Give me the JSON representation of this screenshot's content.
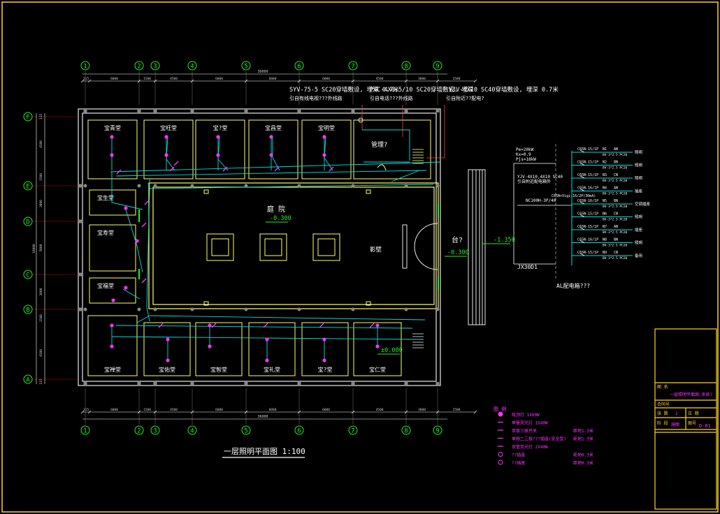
{
  "colors": {
    "frame": "#ffd21f",
    "wall": "#e8e8e8",
    "room": "#ffff66",
    "circuit": "#00e0e0",
    "fixture": "#ff33ff",
    "grid_bubble": "#22ee22",
    "grid_text": "#ffffff",
    "dim": "#ffffff",
    "level": "#22ee22",
    "red_line": "#ff4040",
    "label": "#ffffff"
  },
  "grid": {
    "columns": [
      "1",
      "2",
      "3",
      "4",
      "5",
      "6",
      "7",
      "8",
      "9"
    ],
    "rows": [
      "F",
      "E",
      "D",
      "C",
      "B",
      "A"
    ],
    "top_dims": [
      "115",
      "6000",
      "1500",
      "4500",
      "6000",
      "6000",
      "6000",
      "4500",
      "3000",
      "2500"
    ],
    "top_total": "36000",
    "left_dims": [
      "115",
      "4500",
      "1500",
      "3000",
      "5000",
      "3000",
      "1500",
      "4500",
      "115"
    ],
    "left_total": "18000"
  },
  "rooms_top": [
    "宝青堂",
    "宝旺堂",
    "宝?堂",
    "宝昌堂",
    "宝明堂"
  ],
  "rooms_left": [
    "宝生堂",
    "宝寿堂",
    "宝福堂"
  ],
  "rooms_bottom": [
    "宝禅堂",
    "宝佑堂",
    "宝智堂",
    "宝礼堂",
    "宝?堂",
    "宝仁堂"
  ],
  "notes": {
    "cable_1": "SYV-75-5 SC20穿墙敷设, 埋深 0.7米",
    "cable_1b": "引自有线电视???外线路",
    "cable_2": "PVC-4X0.5/10 SC20穿墙敷设, 埋深",
    "cable_3": "YJV-4X10 SC40穿墙敷设, 埋深 0.7米",
    "cable_2b": "引自电话???外线路",
    "cable_3b": "引自附近??配电?",
    "courtyard": "庭  院",
    "courtyard_level": "-0.300",
    "stage": "台?",
    "stage_level": "-0.300",
    "wall_label": "影壁",
    "mgmt": "管理?",
    "outside_level": "-1.350",
    "floor_level": "±0.000"
  },
  "panel": {
    "header_left": [
      "Pe=20kW",
      "Kx=0.9",
      "Pjs=18kW"
    ],
    "feeder": "YJV-4X10,4X10 SC40",
    "feeder_b": "引自附近配电箱外",
    "main_breaker": "NC100H-3P/40",
    "box_name": "JX30D1",
    "title": "AL配电箱???",
    "circuits": [
      {
        "breaker": "C65N-15/1P",
        "id": "N1",
        "phase": "AN",
        "cable": "BV-3*2.5 PC20",
        "use": "照明"
      },
      {
        "breaker": "C65N-15/1P",
        "id": "N2",
        "phase": "BN",
        "cable": "BV-3*2.5 PC20",
        "use": "照明"
      },
      {
        "breaker": "C65N-15/1P",
        "id": "N3",
        "phase": "CN",
        "cable": "BV-3*2.5 PC20",
        "use": "照明"
      },
      {
        "breaker": "C65N-16/1P",
        "id": "N4",
        "phase": "AN",
        "cable": "BV-3*2.5 PC20",
        "use": "插座"
      },
      {
        "breaker": "C65N-16/1P",
        "id": "N5",
        "phase": "BN",
        "cable": "BV-3*2.5 PC20",
        "use": "空调插座"
      },
      {
        "breaker": "C65N-15/1P",
        "id": "N6",
        "phase": "CN",
        "cable": "BV-3*2.5 PC20",
        "use": "照明"
      },
      {
        "breaker": "C65N-15/1P",
        "id": "N7",
        "phase": "AN",
        "cable": "BV-3*2.5 PC20",
        "use": "插座"
      },
      {
        "breaker": "C65N-16/1P",
        "id": "N8",
        "phase": "BN",
        "cable": "BV-3*2.5 PC20",
        "use": "照明"
      },
      {
        "breaker": "C65N-15/1P",
        "id": "N9",
        "phase": "CN",
        "cable": "BV-3*2.5 PC20",
        "use": "备用"
      }
    ],
    "rcd": "C65N+Vigi-16/2P(30mA)"
  },
  "drawing_title": "一层照明平面图 1:100",
  "legend": {
    "title": "图  例",
    "items": [
      {
        "sym": "circle",
        "name": "吸顶灯  1X60W",
        "note": ""
      },
      {
        "sym": "line",
        "name": "单管荧光灯  1X40W",
        "note": ""
      },
      {
        "sym": "switch",
        "name": "单极三联开关",
        "note": "距地1.3米"
      },
      {
        "sym": "switch2",
        "name": "单相二三极???插座(安全型)",
        "note": "距地1.3米"
      },
      {
        "sym": "box",
        "name": "双管荧光灯  2X40W",
        "note": ""
      },
      {
        "sym": "tv",
        "name": "??插座",
        "note": "距地0.3米"
      },
      {
        "sym": "ph",
        "name": "??插座",
        "note": "距地0.3米"
      }
    ]
  },
  "title_block": {
    "row1_label": "图 名",
    "row1_value": "一层照明平面图,系统?",
    "row2_label": "合同号",
    "row3a_label": "张 数",
    "row3a_value": "1",
    "row3b_label": "日 期",
    "row4a_label": "阶 段",
    "row4a_value": "施图",
    "row4b_label": "图号",
    "row4b_value": "D-01"
  }
}
